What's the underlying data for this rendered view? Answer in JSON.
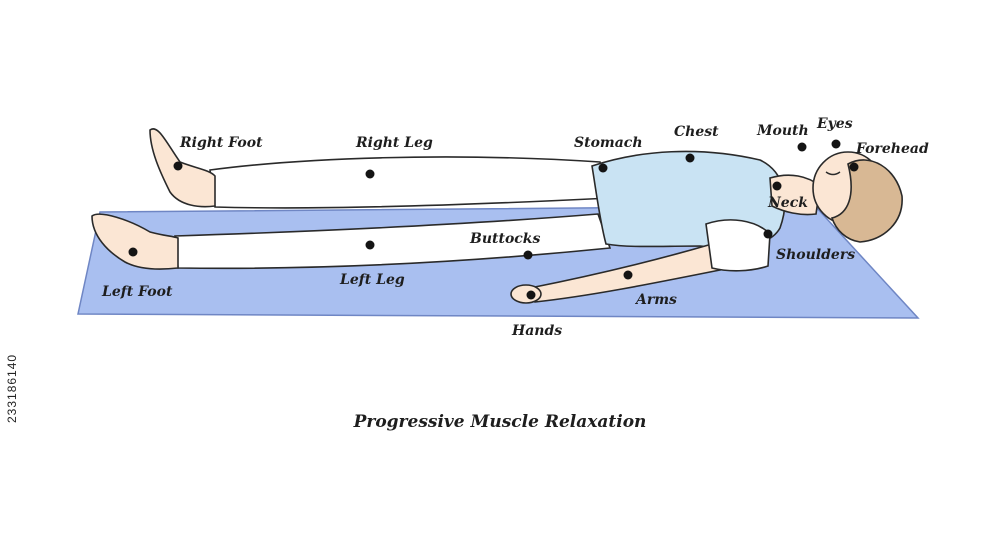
{
  "title": "Progressive Muscle Relaxation",
  "side_id": "233186140",
  "colors": {
    "mat": "#a9bff0",
    "shirt": "#c9e3f3",
    "pants": "#ffffff",
    "skin": "#fbe6d4",
    "hair": "#d8b894",
    "outline": "#2a2a2a",
    "dot": "#141414"
  },
  "labels": {
    "right_foot": "Right Foot",
    "right_leg": "Right Leg",
    "stomach": "Stomach",
    "chest": "Chest",
    "mouth": "Mouth",
    "eyes": "Eyes",
    "forehead": "Forehead",
    "neck": "Neck",
    "shoulders": "Shoulders",
    "buttocks": "Buttocks",
    "left_leg": "Left Leg",
    "arms": "Arms",
    "hands": "Hands",
    "left_foot": "Left Foot"
  }
}
